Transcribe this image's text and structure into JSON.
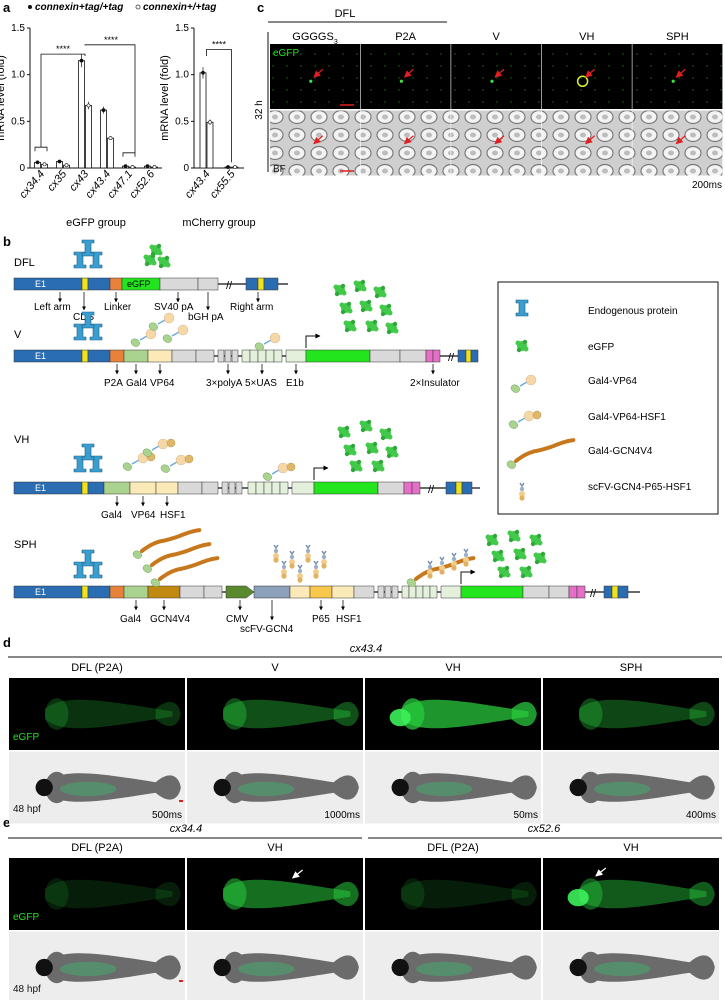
{
  "panel_labels": {
    "a": "a",
    "b": "b",
    "c": "c",
    "d": "d",
    "e": "e"
  },
  "legend_top": {
    "tag_tag": "connexin+tag/+tag",
    "wt_tag": "connexin+/+tag"
  },
  "chart_data": [
    {
      "type": "bar",
      "title": "",
      "xlabel": "eGFP group",
      "ylabel": "mRNA level (fold)",
      "ylim": [
        0,
        1.5
      ],
      "yticks": [
        "0",
        "0.5",
        "1.0",
        "1.5"
      ],
      "categories": [
        "cx34.4",
        "cx35",
        "cx43",
        "cx43.4",
        "cx47.1",
        "cx52.6"
      ],
      "series": [
        {
          "name": "connexin+tag/+tag",
          "values": [
            0.06,
            0.07,
            1.15,
            0.62,
            0.02,
            0.02
          ]
        },
        {
          "name": "connexin+/+tag",
          "values": [
            0.04,
            0.03,
            0.67,
            0.32,
            0.01,
            0.01
          ]
        }
      ],
      "significance": [
        "****",
        "****"
      ]
    },
    {
      "type": "bar",
      "title": "",
      "xlabel": "mCherry group",
      "ylabel": "mRNA level (fold)",
      "ylim": [
        0,
        1.5
      ],
      "yticks": [
        "0",
        "0.5",
        "1.0",
        "1.5"
      ],
      "categories": [
        "cx43.4",
        "cx55.5"
      ],
      "series": [
        {
          "name": "connexin+tag/+tag",
          "values": [
            1.02,
            0.01
          ]
        },
        {
          "name": "connexin+/+tag",
          "values": [
            0.49,
            0.01
          ]
        }
      ],
      "significance": [
        "****"
      ]
    }
  ],
  "panel_c": {
    "group_label": "DFL",
    "columns": [
      "GGGGS3",
      "P2A",
      "V",
      "VH",
      "SPH"
    ],
    "time_label": "32 h",
    "row_labels": [
      "eGFP",
      "BF"
    ],
    "exposure": "200ms"
  },
  "panel_b": {
    "constructs": [
      {
        "name": "DFL",
        "labels": [
          "Left arm",
          "CDS",
          "Linker",
          "SV40 pA",
          "bGH pA",
          "Right arm"
        ]
      },
      {
        "name": "V",
        "labels": [
          "P2A",
          "Gal4",
          "VP64",
          "3×polyA",
          "5×UAS",
          "E1b",
          "2×Insulator"
        ]
      },
      {
        "name": "VH",
        "labels": [
          "Gal4",
          "VP64",
          "HSF1"
        ]
      },
      {
        "name": "SPH",
        "labels": [
          "Gal4",
          "GCN4V4",
          "CMV",
          "scFV-GCN4",
          "P65",
          "HSF1"
        ]
      }
    ],
    "box_labels": {
      "e1": "E1",
      "egfp": "eGFP"
    },
    "legend": [
      "Endogenous protein",
      "eGFP",
      "Gal4-VP64",
      "Gal4-VP64-HSF1",
      "Gal4-GCN4V4",
      "scFV-GCN4-P65-HSF1"
    ],
    "colors": {
      "exon": "#2b6db3",
      "yellow": "#f1e21b",
      "orange": "#e8823a",
      "gal4": "#a9d38e",
      "vp64": "#fbeab8",
      "green": "#22e51d",
      "gray": "#d9d9d9",
      "pink": "#e36fc7",
      "gcn4": "#c08a12",
      "p65": "#f7c84b",
      "scfv": "#8ba0bb",
      "cmv": "#5a8a2e",
      "light": "#e5f0dc"
    }
  },
  "panel_d": {
    "gene": "cx43.4",
    "columns": [
      "DFL (P2A)",
      "V",
      "VH",
      "SPH"
    ],
    "exposures": [
      "500ms",
      "1000ms",
      "50ms",
      "400ms"
    ],
    "row_label": "eGFP",
    "stage": "48 hpf"
  },
  "panel_e": {
    "genes": [
      "cx34.4",
      "cx52.6"
    ],
    "columns": [
      "DFL (P2A)",
      "VH",
      "DFL (P2A)",
      "VH"
    ],
    "row_label": "eGFP",
    "stage": "48 hpf"
  }
}
